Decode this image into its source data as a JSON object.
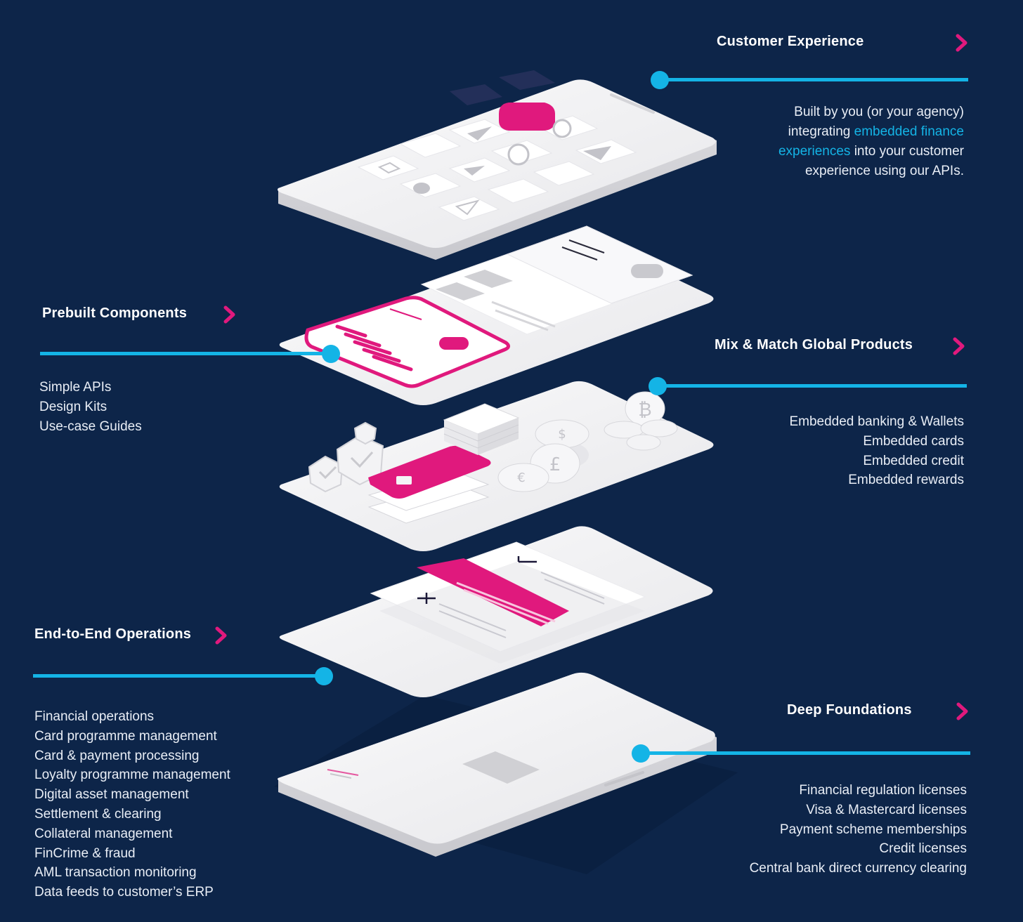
{
  "colors": {
    "background": "#0d2549",
    "accent": "#14b4e6",
    "magenta": "#e0197d",
    "layer": "#f2f2f4"
  },
  "sections": {
    "customer_experience": {
      "title": "Customer Experience",
      "desc_before": "Built by you (or your agency) integrating",
      "desc_highlight": "embedded finance experiences",
      "desc_after": "into your customer experience using our APIs."
    },
    "prebuilt_components": {
      "title": "Prebuilt Components",
      "items": [
        "Simple APIs",
        "Design Kits",
        "Use-case Guides"
      ]
    },
    "mix_match": {
      "title": "Mix & Match Global Products",
      "items": [
        "Embedded banking & Wallets",
        "Embedded cards",
        "Embedded credit",
        "Embedded rewards"
      ]
    },
    "end_to_end": {
      "title": "End-to-End Operations",
      "items": [
        "Financial operations",
        "Card programme management",
        "Card & payment processing",
        "Loyalty programme management",
        "Digital asset management",
        "Settlement & clearing",
        "Collateral management",
        "FinCrime & fraud",
        "AML transaction monitoring",
        "Data feeds to customer’s ERP"
      ]
    },
    "deep_foundations": {
      "title": "Deep Foundations",
      "items": [
        "Financial regulation licenses",
        "Visa & Mastercard licenses",
        "Payment scheme memberships",
        "Credit licenses",
        "Central bank direct currency clearing"
      ]
    }
  },
  "icons": {
    "chevron": "chevron-right-icon",
    "coin_symbols": [
      "₿",
      "$",
      "€",
      "£"
    ],
    "layers": [
      "app-screen-layer",
      "components-layer",
      "products-layer",
      "operations-layer",
      "foundation-layer"
    ]
  }
}
